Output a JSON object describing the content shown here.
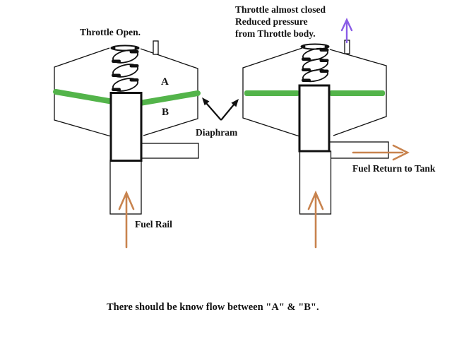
{
  "colors": {
    "diaphragm_green": "#53B44A",
    "fuel_orange": "#C8834E",
    "vacuum_purple": "#8A5CE6",
    "line_black": "#111111"
  },
  "left_diagram": {
    "title": "Throttle Open.",
    "chamber_a": "A",
    "chamber_b": "B",
    "inlet_label": "Fuel Rail"
  },
  "right_diagram": {
    "title_lines": [
      "Throttle almost closed",
      "Reduced pressure",
      "from Throttle body."
    ],
    "outlet_label": "Fuel Return to Tank"
  },
  "diaphragm": {
    "label": "Diaphram"
  },
  "caption": "There should be know flow between \"A\" & \"B\"."
}
